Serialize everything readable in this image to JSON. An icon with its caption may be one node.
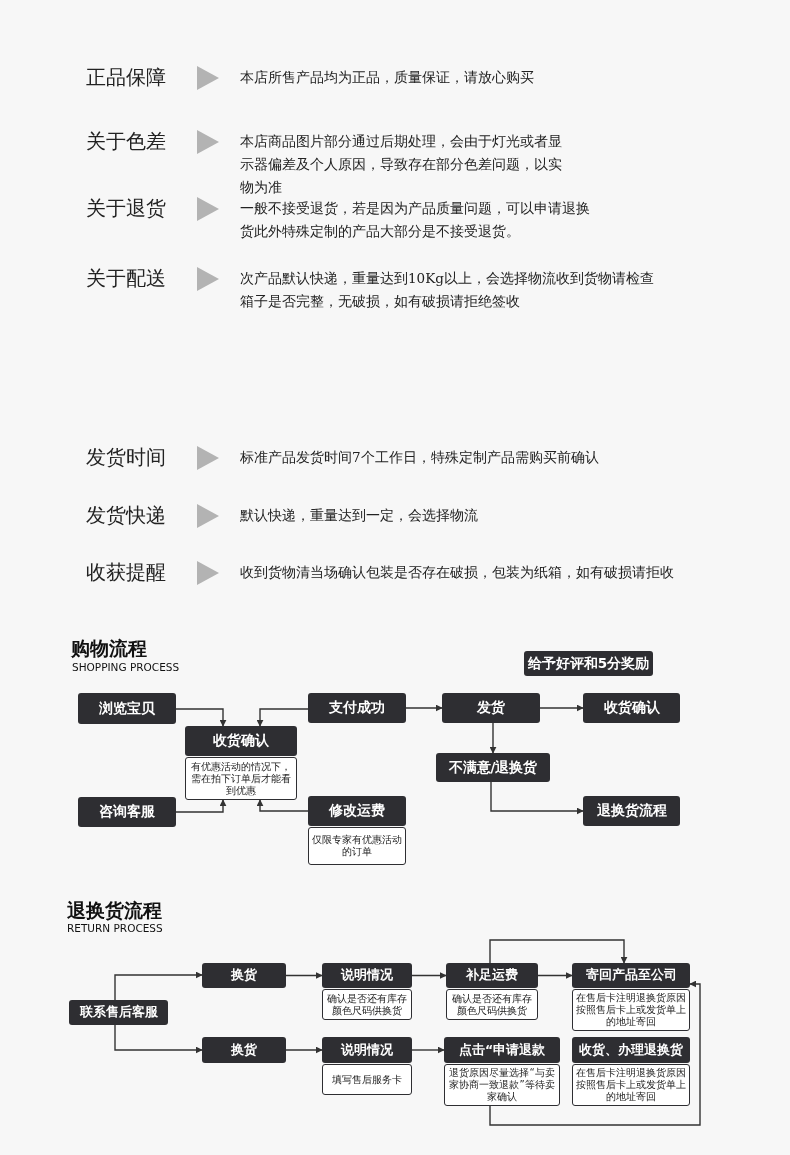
{
  "diagram": {
    "nodes": [
      {
        "text": [
          "浏览宝贝"
        ]
      },
      {
        "text": [
          "支付成功"
        ]
      },
      {
        "text": [
          "发货"
        ]
      },
      {
        "text": [
          "收货确认"
        ]
      },
      {
        "text": [
          "收货确认",
          "有优惠活动的情况下，需在拍下订单后才能看到优惠"
        ]
      },
      {
        "text": [
          "给予好评和5分奖励"
        ]
      },
      {
        "text": [
          "不满意/退换货"
        ]
      },
      {
        "text": [
          "咨询客服"
        ]
      },
      {
        "text": [
          "修改运费",
          "仅限专家有优惠活动的订单"
        ]
      },
      {
        "text": [
          "退换货流程"
        ]
      },
      {
        "text": [
          "联系售后客服"
        ]
      },
      {
        "text": [
          "换货"
        ]
      },
      {
        "text": [
          "说明情况",
          "确认是否还有库存颜色尺码供换货"
        ]
      },
      {
        "text": [
          "补足运费",
          "确认是否还有库存颜色尺码供换货"
        ]
      },
      {
        "text": [
          "寄回产品至公司",
          "在售后卡注明退换货原因按照售后卡上或发货单上的地址寄回"
        ]
      },
      {
        "text": [
          "换货"
        ]
      },
      {
        "text": [
          "说明情况",
          "填写售后服务卡"
        ]
      },
      {
        "text": [
          "点击“申请退款",
          "退货原因尽量选择“与卖家协商一致退款”等待卖家确认"
        ]
      },
      {
        "text": [
          "收货、办理退换货",
          "在售后卡注明退换货原因按照售后卡上或发货单上的地址寄回"
        ]
      }
    ],
    "edges": [
      {
        "from": 0,
        "to": 4,
        "arrow": "to"
      },
      {
        "from": 1,
        "to": 4,
        "arrow": "to"
      },
      {
        "from": 1,
        "to": 2,
        "arrow": "to"
      },
      {
        "from": 2,
        "to": 3,
        "arrow": "to"
      },
      {
        "from": 2,
        "to": 6,
        "arrow": "to"
      },
      {
        "from": 6,
        "to": 9,
        "arrow": "to"
      },
      {
        "from": 7,
        "to": 4,
        "arrow": "to"
      },
      {
        "from": 8,
        "to": 4,
        "arrow": "to"
      },
      {
        "from": 10,
        "to": 11,
        "arrow": "to"
      },
      {
        "from": 10,
        "to": 15,
        "arrow": "to"
      },
      {
        "from": 11,
        "to": 12,
        "arrow": "to"
      },
      {
        "from": 12,
        "to": 13,
        "arrow": "to"
      },
      {
        "from": 13,
        "to": 14,
        "arrow": "to"
      },
      {
        "from": 13,
        "to": 14,
        "arrow": "to"
      },
      {
        "from": 15,
        "to": 16,
        "arrow": "to"
      },
      {
        "from": 16,
        "to": 17,
        "arrow": "to"
      },
      {
        "from": 17,
        "to": 14,
        "arrow": "to"
      }
    ],
    "labels": [
      "正品保障",
      "本店所售产品均为正品，质量保证，请放心购买",
      "关于色差",
      "本店商品图片部分通过后期处理，会由于灯光或者显示器偏差及个人原因，导致存在部分色差问题，以实物为准",
      "关于退货",
      "一般不接受退货，若是因为产品质量问题，可以申请退换货此外特殊定制的产品大部分是不接受退货。",
      "关于配送",
      "次产品默认快递，重量达到10Kg以上，会选择物流收到货物请检查箱子是否完整，无破损，如有破损请拒绝签收",
      "发货时间",
      "标准产品发货时间7个工作日，特殊定制产品需购买前确认",
      "发货快递",
      "默认快递，重量达到一定，会选择物流",
      "收获提醒",
      "收到货物清当场确认包装是否存在破损，包装为纸箱，如有破损请拒收",
      "购物流程",
      "SHOPPING PROCESS",
      "退换货流程",
      "RETURN PROCESS"
    ]
  }
}
